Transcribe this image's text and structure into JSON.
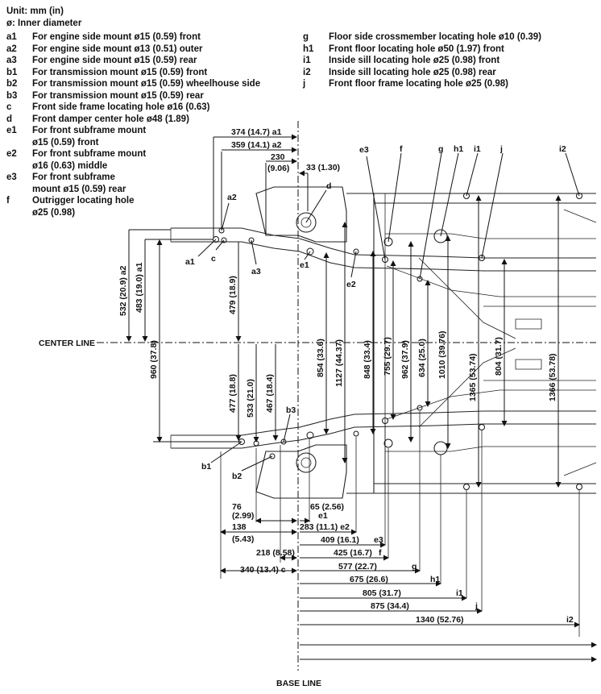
{
  "header": {
    "unit": "Unit: mm (in)",
    "diameter_note": "ø: Inner diameter"
  },
  "legend_left": [
    {
      "code": "a1",
      "text": "For engine side mount ø15 (0.59) front"
    },
    {
      "code": "a2",
      "text": "For engine side mount ø13 (0.51) outer"
    },
    {
      "code": "a3",
      "text": "For engine side mount ø15 (0.59) rear"
    },
    {
      "code": "b1",
      "text": "For transmission mount ø15 (0.59) front"
    },
    {
      "code": "b2",
      "text": "For transmission mount ø15 (0.59) wheelhouse side"
    },
    {
      "code": "b3",
      "text": "For transmission mount ø15 (0.59) rear"
    },
    {
      "code": "c",
      "text": "Front side frame locating hole ø16 (0.63)"
    },
    {
      "code": "d",
      "text": "Front damper center hole ø48 (1.89)"
    },
    {
      "code": "e1",
      "text": "For front subframe mount\nø15 (0.59) front"
    },
    {
      "code": "e2",
      "text": "For front subframe mount\nø16 (0.63) middle"
    },
    {
      "code": "e3",
      "text": "For front subframe\nmount ø15 (0.59) rear"
    },
    {
      "code": "f",
      "text": "Outrigger locating hole\nø25 (0.98)"
    }
  ],
  "legend_right": [
    {
      "code": "g",
      "text": "Floor side crossmember locating hole ø10 (0.39)"
    },
    {
      "code": "h1",
      "text": "Front floor locating hole ø50 (1.97) front"
    },
    {
      "code": "i1",
      "text": "Inside sill locating hole ø25 (0.98) front"
    },
    {
      "code": "i2",
      "text": "Inside sill locating hole ø25 (0.98) rear"
    },
    {
      "code": "j",
      "text": "Front floor frame locating hole ø25 (0.98)"
    }
  ],
  "reference_lines": {
    "center_line": "CENTER LINE",
    "base_line": "BASE LINE"
  },
  "top_dimensions": [
    {
      "id": "a1",
      "text": "374 (14.7) a1"
    },
    {
      "id": "a2",
      "text": "359 (14.1) a2"
    },
    {
      "id": "230",
      "text": "230"
    },
    {
      "id": "906",
      "text": "(9.06)"
    },
    {
      "id": "33",
      "text": "33 (1.30)"
    }
  ],
  "vertical_dimensions": [
    {
      "id": "532",
      "text": "532 (20.9) a2"
    },
    {
      "id": "483",
      "text": "483 (19.0) a1"
    },
    {
      "id": "960",
      "text": "960 (37.8)"
    },
    {
      "id": "479",
      "text": "479 (18.9)"
    },
    {
      "id": "477",
      "text": "477 (18.8)"
    },
    {
      "id": "533",
      "text": "533 (21.0)"
    },
    {
      "id": "467",
      "text": "467 (18.4)"
    },
    {
      "id": "854",
      "text": "854 (33.6)"
    },
    {
      "id": "1127",
      "text": "1127 (44.37)"
    },
    {
      "id": "848",
      "text": "848 (33.4)"
    },
    {
      "id": "755",
      "text": "755 (29.7)"
    },
    {
      "id": "962",
      "text": "962 (37.9)"
    },
    {
      "id": "634",
      "text": "634 (25.0)"
    },
    {
      "id": "1010",
      "text": "1010 (39.76)"
    },
    {
      "id": "1365",
      "text": "1365 (53.74)"
    },
    {
      "id": "804",
      "text": "804 (31.7)"
    },
    {
      "id": "1366",
      "text": "1366 (53.78)"
    }
  ],
  "point_labels": [
    "a1",
    "a2",
    "a3",
    "b1",
    "b2",
    "b3",
    "c",
    "d",
    "e1",
    "e2",
    "e3",
    "f",
    "g",
    "h1",
    "i1",
    "j",
    "i2"
  ],
  "bottom_dimensions": [
    {
      "id": "76",
      "text": "76"
    },
    {
      "id": "299",
      "text": "(2.99)"
    },
    {
      "id": "65",
      "text": "65 (2.56)"
    },
    {
      "id": "e1",
      "text": "e1"
    },
    {
      "id": "138",
      "text": "138"
    },
    {
      "id": "543",
      "text": "(5.43)"
    },
    {
      "id": "283",
      "text": "283 (11.1) e2"
    },
    {
      "id": "409",
      "text": "409 (16.1)"
    },
    {
      "id": "e3",
      "text": "e3"
    },
    {
      "id": "218",
      "text": "218 (8.58)"
    },
    {
      "id": "425",
      "text": "425 (16.7)"
    },
    {
      "id": "f",
      "text": "f"
    },
    {
      "id": "340",
      "text": "340 (13.4) c"
    },
    {
      "id": "577",
      "text": "577 (22.7)"
    },
    {
      "id": "g",
      "text": "g"
    },
    {
      "id": "675",
      "text": "675 (26.6)"
    },
    {
      "id": "h1",
      "text": "h1"
    },
    {
      "id": "805",
      "text": "805 (31.7)"
    },
    {
      "id": "i1",
      "text": "i1"
    },
    {
      "id": "875",
      "text": "875 (34.4)"
    },
    {
      "id": "j",
      "text": "j"
    },
    {
      "id": "1340",
      "text": "1340 (52.76)"
    },
    {
      "id": "i2",
      "text": "i2"
    }
  ]
}
